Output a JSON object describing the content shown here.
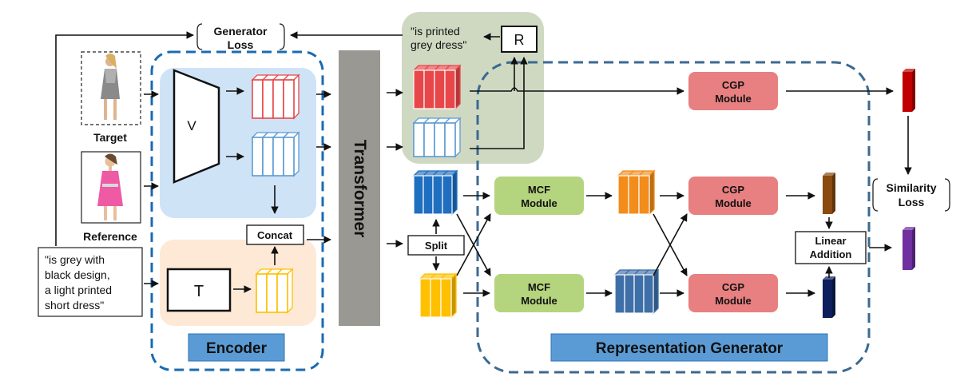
{
  "labels": {
    "generator_loss_l1": "Generator",
    "generator_loss_l2": "Loss",
    "similarity_loss_l1": "Similarity",
    "similarity_loss_l2": "Loss",
    "target": "Target",
    "reference": "Reference",
    "encoder": "Encoder",
    "representation_generator": "Representation Generator",
    "transformer": "Transformer",
    "concat": "Concat",
    "split": "Split",
    "visual_encoder": "V",
    "text_encoder": "T",
    "retrieval_block": "R",
    "linear_addition_l1": "Linear",
    "linear_addition_l2": "Addition",
    "cgp_l1": "CGP",
    "cgp_l2": "Module",
    "mcf_l1": "MCF",
    "mcf_l2": "Module"
  },
  "captions": {
    "target_caption_l1": "\"is printed",
    "target_caption_l2": "grey  dress\"",
    "query_text_l1": "\"is grey with",
    "query_text_l2": "black design,",
    "query_text_l3": "a light printed",
    "query_text_l4": "short dress\""
  },
  "colors": {
    "encoder_border": "#1a6bb0",
    "visual_panel": "#cfe3f7",
    "text_panel": "#fde9d6",
    "retrieval_panel": "#cfd9c2",
    "transformer": "#9a9893",
    "cgp_module": "#e87f80",
    "mcf_module": "#b4d47e",
    "label_box": "#5b9bd5",
    "feat_red": "#e8474a",
    "feat_blue": "#5b9bd5",
    "feat_yellow": "#ffc000",
    "feat_orange": "#f28c1a",
    "feat_navy": "#3f6fa8",
    "vec_red": "#c00000",
    "vec_brown": "#8b4a10",
    "vec_navy": "#0d1f5c",
    "vec_purple": "#7030a0"
  }
}
